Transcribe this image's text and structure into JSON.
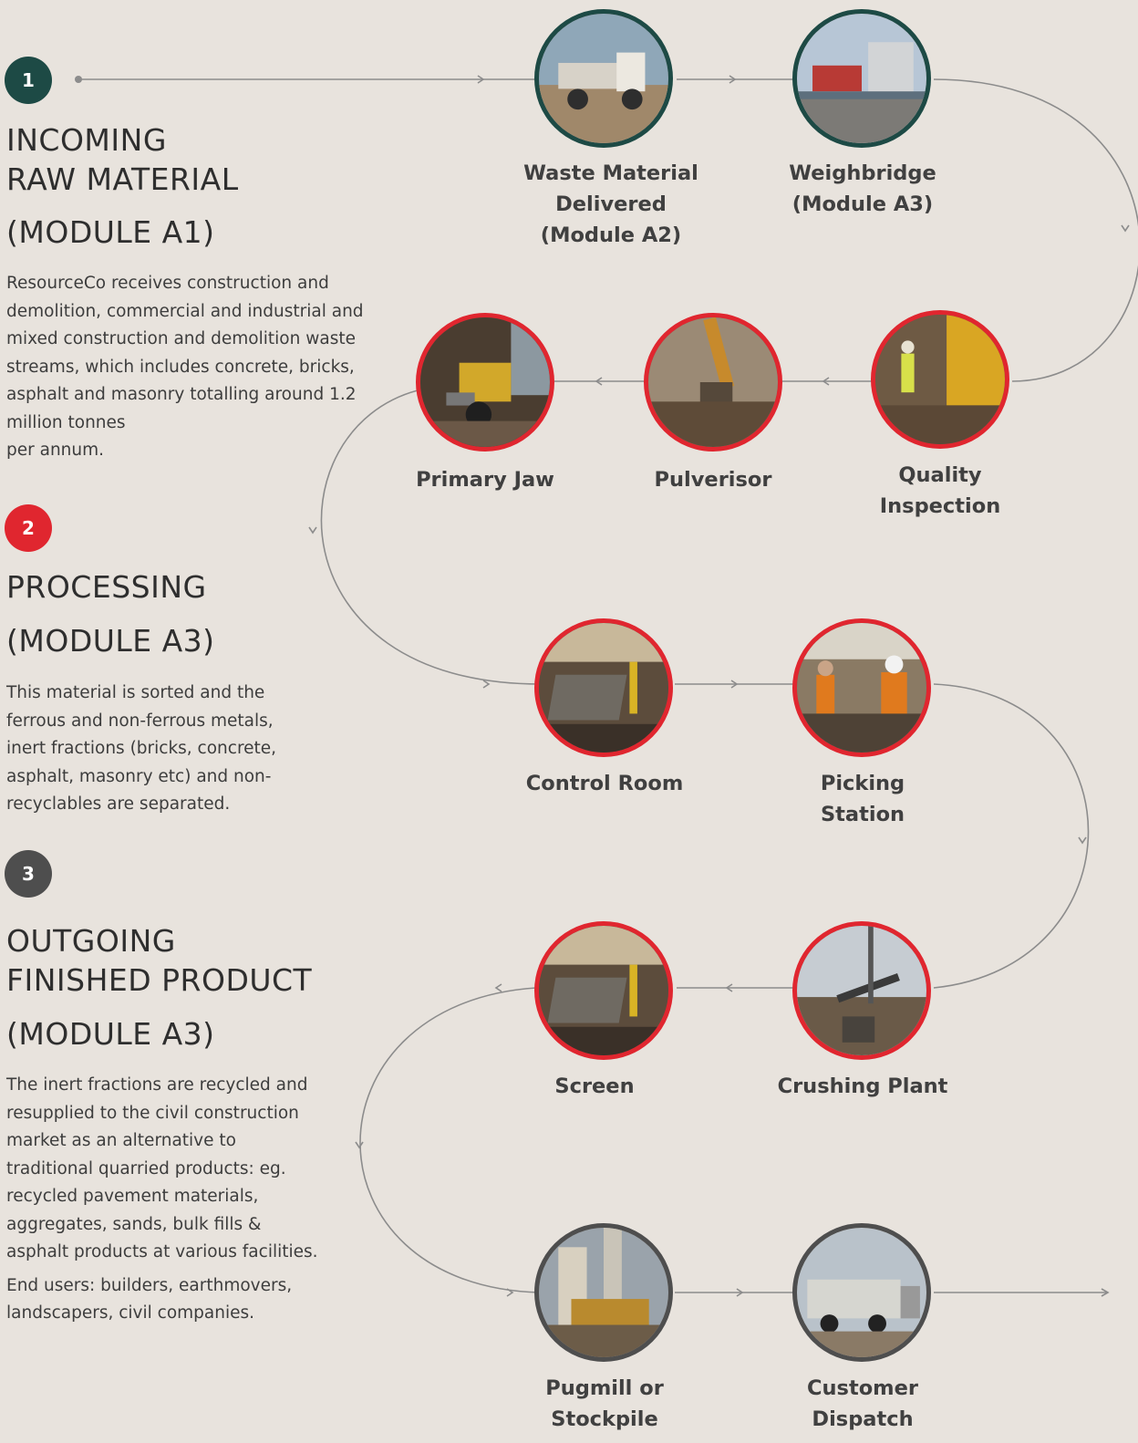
{
  "sections": [
    {
      "number": "1",
      "color": "#1d4a45",
      "title_lines": [
        "INCOMING",
        "RAW MATERIAL"
      ],
      "module": "(MODULE A1)",
      "paragraphs": [
        "ResourceCo receives construction and demolition, commercial and industrial and mixed construction and demolition waste streams, which includes concrete, bricks, asphalt and masonry totalling around 1.2 million tonnes",
        "per annum."
      ]
    },
    {
      "number": "2",
      "color": "#e0262f",
      "title_lines": [
        "PROCESSING"
      ],
      "module": "(MODULE A3)",
      "paragraphs": [
        "This material is sorted and the ferrous and non-ferrous metals, inert fractions (bricks, concrete, asphalt, masonry etc) and non-recyclables are separated."
      ]
    },
    {
      "number": "3",
      "color": "#4e4e4e",
      "title_lines": [
        "OUTGOING",
        "FINISHED PRODUCT"
      ],
      "module": "(MODULE A3)",
      "paragraphs": [
        "The inert fractions are recycled and resupplied to the civil construction market as an alternative to traditional quarried products: eg. recycled pavement materials, aggregates, sands, bulk fills & asphalt products at various facilities.",
        "End users: builders, earthmovers, landscapers, civil companies."
      ]
    }
  ],
  "steps": [
    {
      "label_lines": [
        "Waste Material",
        "Delivered",
        "(Module A2)"
      ],
      "border": "#1d4a45",
      "photo": "truck"
    },
    {
      "label_lines": [
        "Weighbridge",
        "(Module A3)"
      ],
      "border": "#1d4a45",
      "photo": "weighbridge"
    },
    {
      "label_lines": [
        "Quality",
        "Inspection"
      ],
      "border": "#e0262f",
      "photo": "inspection"
    },
    {
      "label_lines": [
        "Pulverisor"
      ],
      "border": "#e0262f",
      "photo": "excavator"
    },
    {
      "label_lines": [
        "Primary Jaw"
      ],
      "border": "#e0262f",
      "photo": "loader"
    },
    {
      "label_lines": [
        "Control Room"
      ],
      "border": "#e0262f",
      "photo": "control"
    },
    {
      "label_lines": [
        "Picking",
        "Station"
      ],
      "border": "#e0262f",
      "photo": "picking"
    },
    {
      "label_lines": [
        "Crushing Plant"
      ],
      "border": "#e0262f",
      "photo": "crusher"
    },
    {
      "label_lines": [
        "Screen"
      ],
      "border": "#e0262f",
      "photo": "control"
    },
    {
      "label_lines": [
        "Pugmill or",
        "Stockpile"
      ],
      "border": "#4e4e4e",
      "photo": "pugmill"
    },
    {
      "label_lines": [
        "Customer",
        "Dispatch"
      ],
      "border": "#4e4e4e",
      "photo": "dispatch"
    }
  ],
  "colors": {
    "background": "#e8e3dd",
    "connector": "#8c8c8c"
  }
}
